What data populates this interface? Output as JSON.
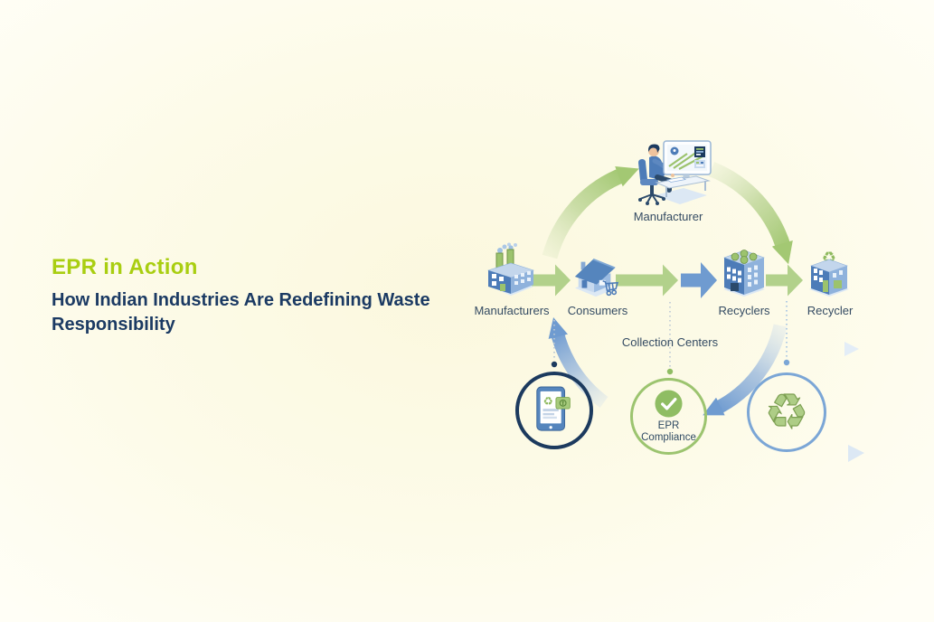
{
  "header": {
    "kicker": "EPR in Action",
    "title": "How Indian Industries Are Redefining Waste Responsibility"
  },
  "diagram": {
    "top_node": {
      "label": "Manufacturer",
      "icon": "manufacturer-workstation-icon"
    },
    "flow_nodes": [
      {
        "label": "Manufacturers",
        "icon": "factory-icon"
      },
      {
        "label": "Consumers",
        "icon": "house-shopping-cart-icon"
      },
      {
        "label": "Recyclers",
        "icon": "recycling-facility-icon"
      },
      {
        "label": "Recycler",
        "icon": "recycler-building-icon"
      }
    ],
    "arrow_colors": [
      "green",
      "green",
      "blue",
      "green"
    ],
    "collection_centers_label": "Collection Centers",
    "compliance": {
      "line1": "EPR",
      "line2": "Compliance"
    },
    "glyphs": {
      "recycle": "♻"
    },
    "colors": {
      "accent_lime": "#a9ce11",
      "navy": "#1b3a63",
      "label_navy": "#344b63",
      "arrow_green": "#b2d18b",
      "arrow_blue": "#6f9bd0",
      "circle_navy": "#1c3a5e",
      "circle_green": "#9cc46f",
      "circle_blue": "#7ba6d6",
      "background": "#fdfbe9"
    }
  }
}
